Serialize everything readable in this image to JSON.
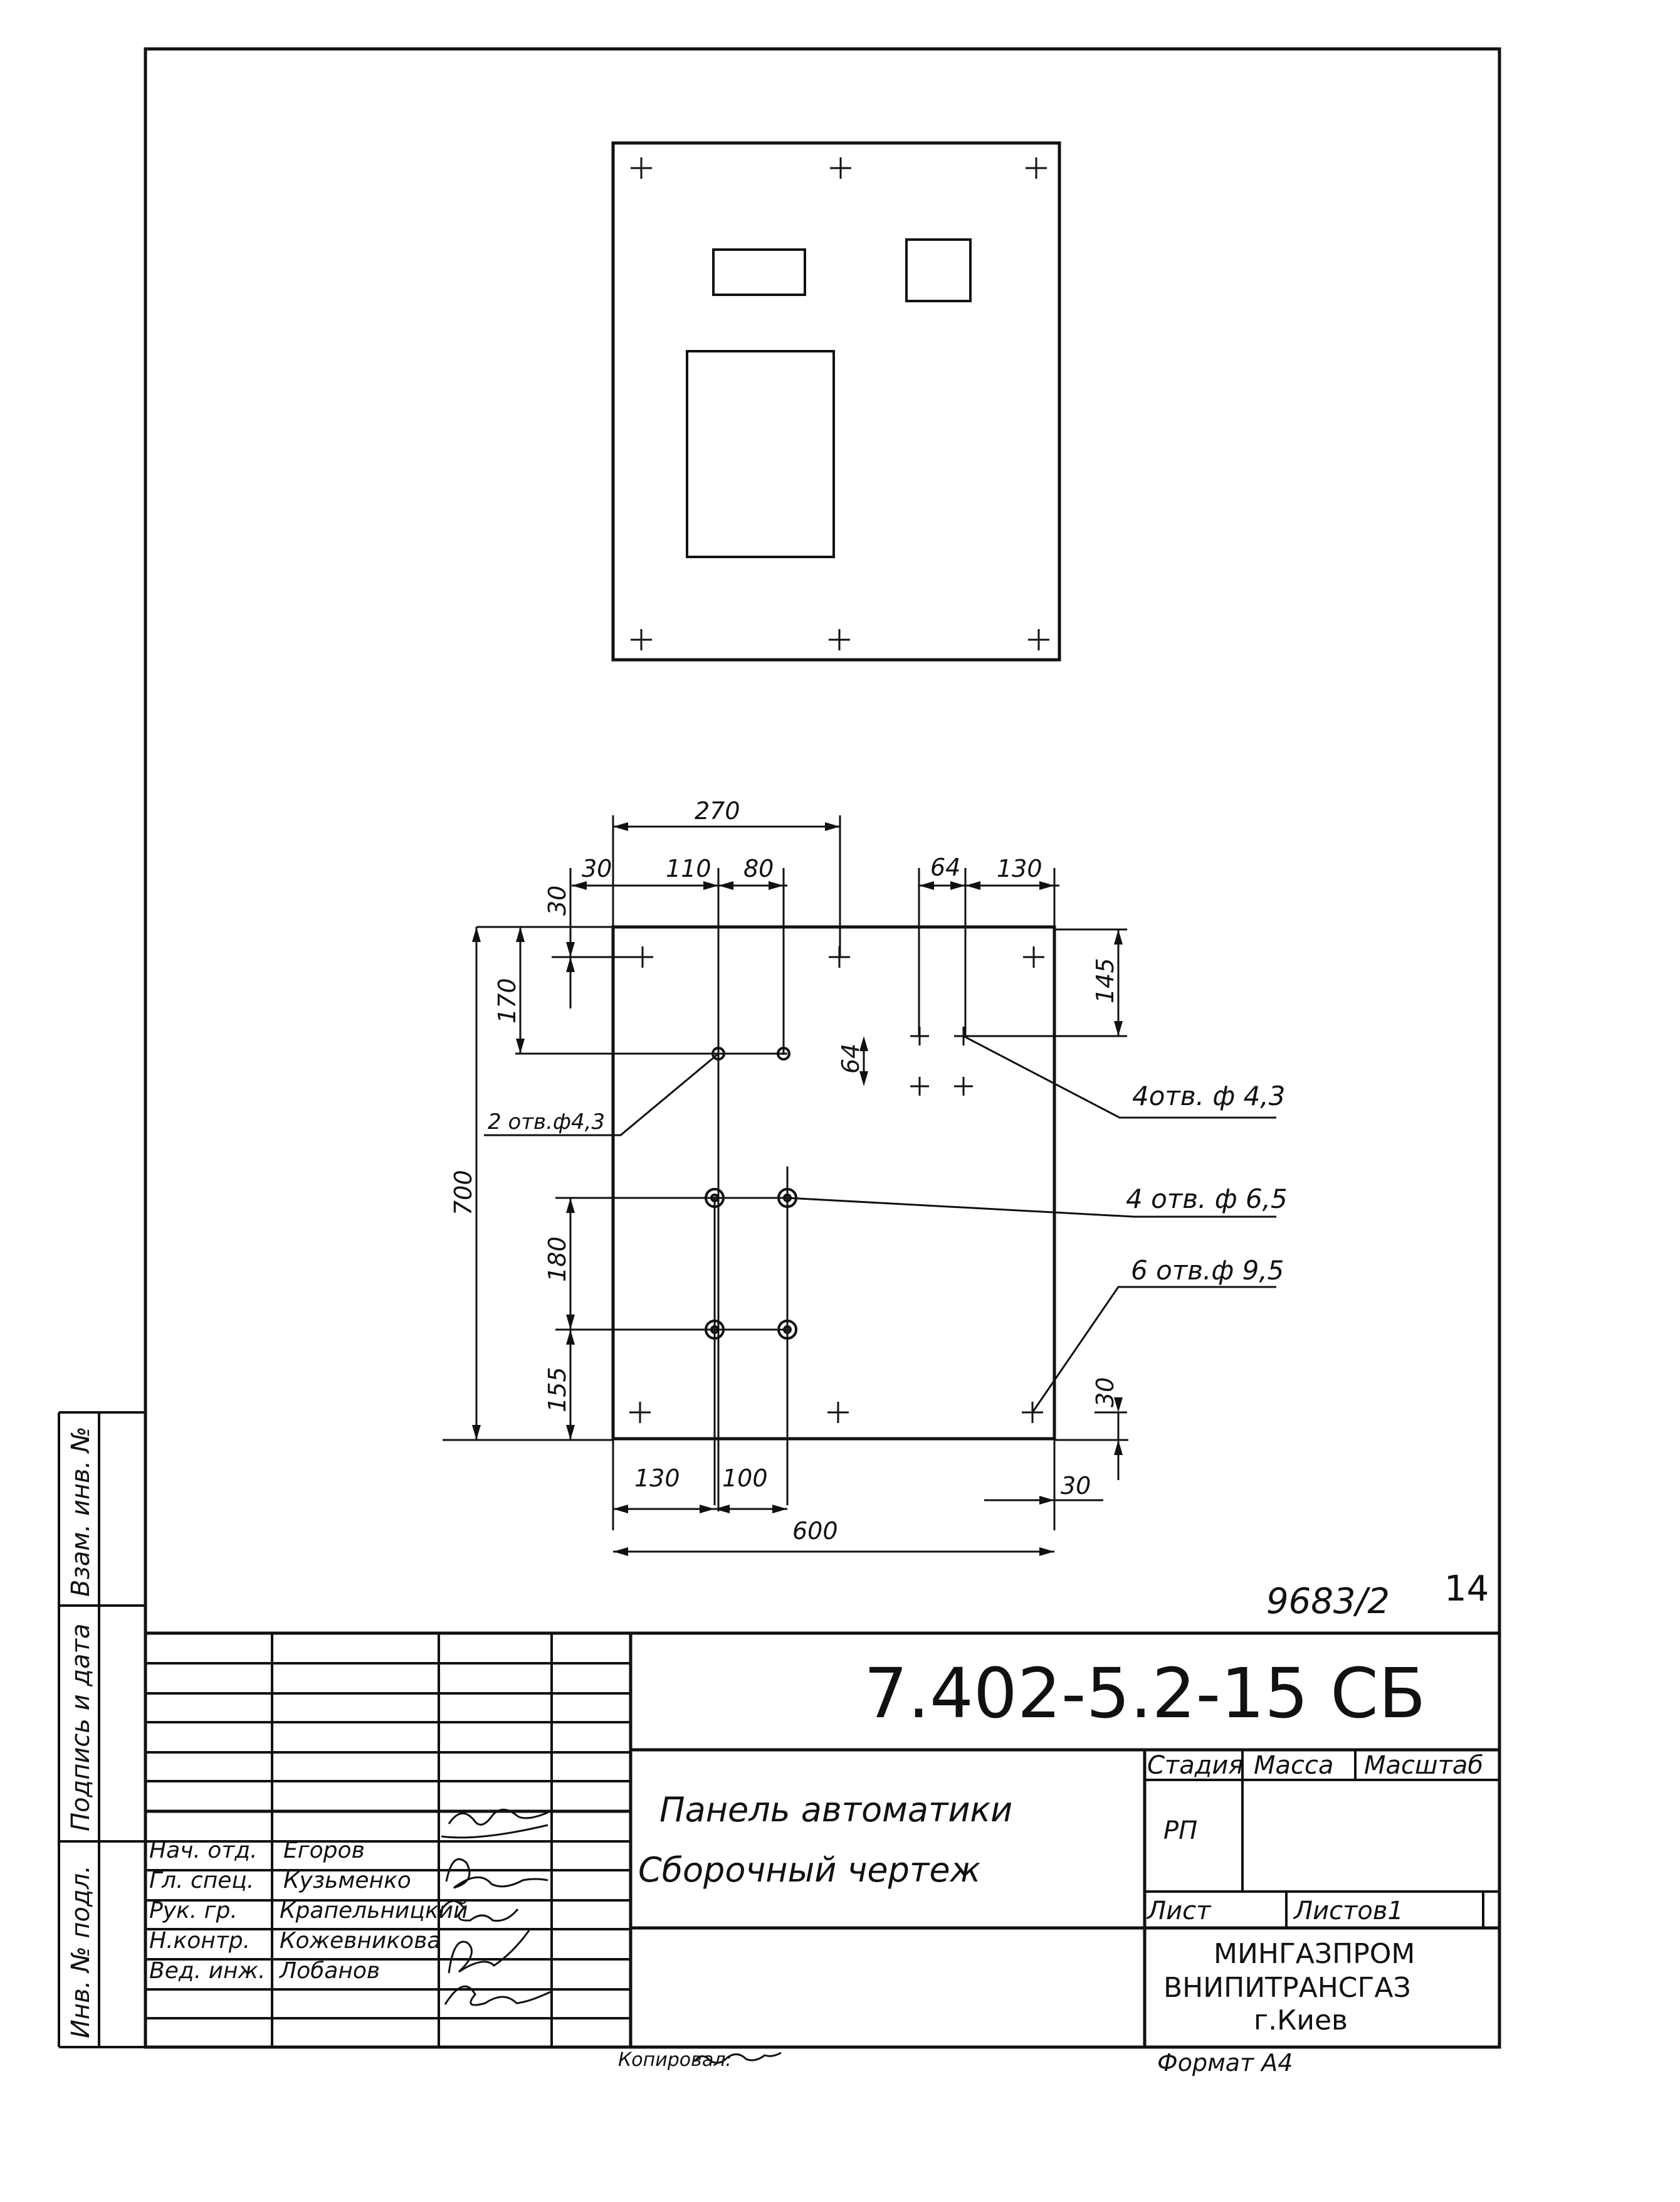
{
  "dimensions": {
    "top_270": "270",
    "top_30": "30",
    "top_110": "110",
    "top_80": "80",
    "top_64": "64",
    "top_130": "130",
    "left_30": "30",
    "left_170": "170",
    "mid_64": "64",
    "right_145": "145",
    "left_700": "700",
    "left_180": "180",
    "left_155": "155",
    "right_30": "30",
    "bottom_130": "130",
    "bottom_100": "100",
    "bottom_30": "30",
    "bottom_600": "600"
  },
  "callouts": {
    "holes_2": "2 отв.ф4,3",
    "holes_4_small": "4отв. ф 4,3",
    "holes_4_mid": "4 отв. ф 6,5",
    "holes_6": "6 отв.ф 9,5"
  },
  "sheet_id": "9683/2",
  "page_no": "14",
  "title_block": {
    "designation": "7.402-5.2-15 СБ",
    "title_line1": "Панель автоматики",
    "title_line2": "Сборочный чертеж",
    "col_stage": "Стадия",
    "col_mass": "Масса",
    "col_scale": "Масштаб",
    "stage_value": "РП",
    "sheet_label": "Лист",
    "sheets_label": "Листов1",
    "org_line1": "МИНГАЗПРОМ",
    "org_line2": "ВНИПИТРАНСГАЗ",
    "org_line3": "г.Киев",
    "roles": [
      {
        "role": "Нач. отд.",
        "name": "Егоров"
      },
      {
        "role": "Гл. спец.",
        "name": "Кузьменко"
      },
      {
        "role": "Рук. гр.",
        "name": "Крапельницкий"
      },
      {
        "role": "Н.контр.",
        "name": "Кожевникова"
      },
      {
        "role": "Вед. инж.",
        "name": "Лобанов"
      }
    ]
  },
  "side_stamp": {
    "inv_podl": "Инв. № подл.",
    "podpis_data": "Подпись и дата",
    "vzam_inv": "Взам. инв. №"
  },
  "copied_label": "Копировал:",
  "format_label": "Формат А4"
}
